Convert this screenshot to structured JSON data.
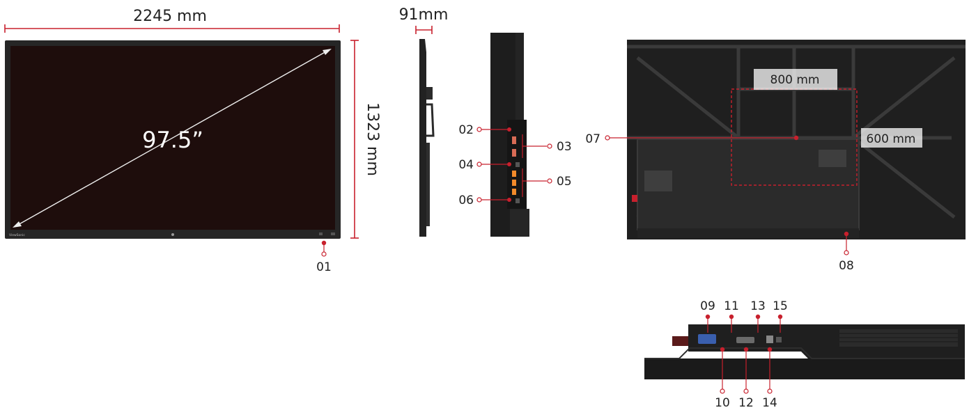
{
  "colors": {
    "accent": "#c8202d",
    "panel": "#1f1f1f",
    "screen": "#1e0d0c",
    "frame": "#262626"
  },
  "dimensions": {
    "width": "2245 mm",
    "height": "1323 mm",
    "depth": "91mm",
    "diagonal": "97.5”",
    "vesa_horizontal": "800  mm",
    "vesa_vertical": "600 mm"
  },
  "front_view": {
    "brand_logo": "ViewSonic"
  },
  "callouts": {
    "c01": "01",
    "c02": "02",
    "c03": "03",
    "c04": "04",
    "c05": "05",
    "c06": "06",
    "c07": "07",
    "c08": "08",
    "c09": "09",
    "c10": "10",
    "c11": "11",
    "c12": "12",
    "c13": "13",
    "c14": "14",
    "c15": "15"
  }
}
